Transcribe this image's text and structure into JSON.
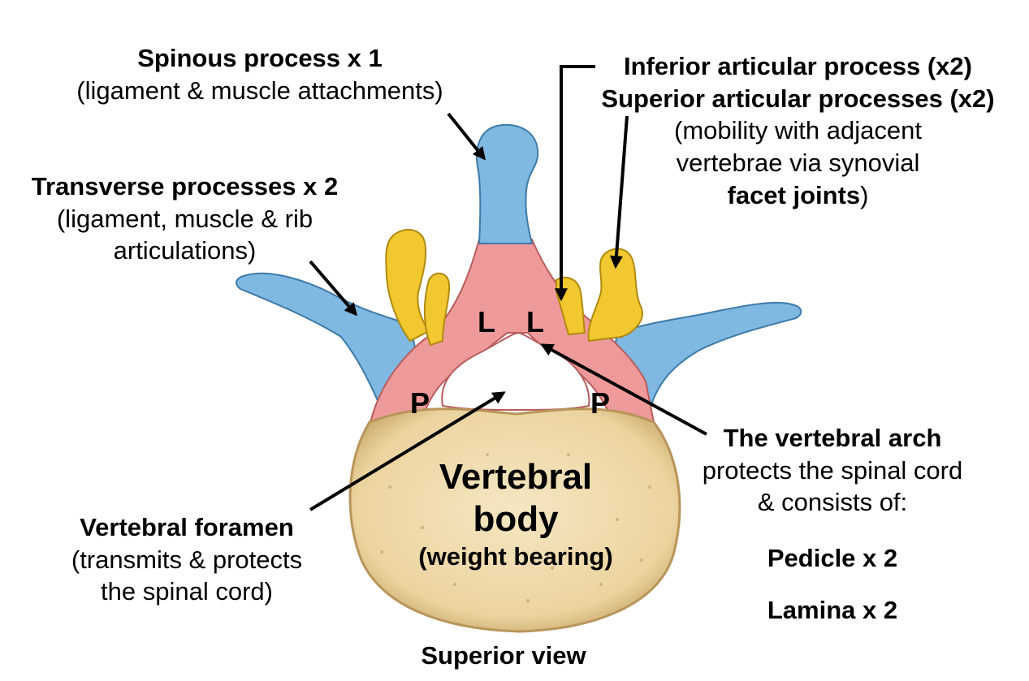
{
  "labels": {
    "spinous_title": "Spinous process x 1",
    "spinous_desc": "(ligament & muscle attachments)",
    "transverse_title": "Transverse processes x 2",
    "transverse_desc_1": "(ligament, muscle & rib",
    "transverse_desc_2": "articulations)",
    "inferior_title": "Inferior articular process (x2)",
    "superior_title": "Superior articular processes (x2)",
    "facet_desc_1": "(mobility with adjacent",
    "facet_desc_2": "vertebrae via synovial",
    "facet_bold": "facet joints",
    "facet_close": ")",
    "arch_title": "The vertebral arch",
    "arch_desc_1": "protects the spinal cord",
    "arch_desc_2": "& consists of:",
    "pedicle": "Pedicle x 2",
    "lamina": "Lamina x 2",
    "foramen_title": "Vertebral foramen",
    "foramen_desc_1": "(transmits & protects",
    "foramen_desc_2": "the spinal cord)",
    "body_title_1": "Vertebral",
    "body_title_2": "body",
    "body_desc": "(weight bearing)",
    "view": "Superior view",
    "lamina_letter_left": "L",
    "lamina_letter_right": "L",
    "pedicle_letter_left": "P",
    "pedicle_letter_right": "P"
  },
  "colors": {
    "body": "#f0dcae",
    "body_edge": "#c9a86a",
    "arch": "#ef9a9a",
    "process": "#7fb8e0",
    "articular": "#f2c830"
  }
}
